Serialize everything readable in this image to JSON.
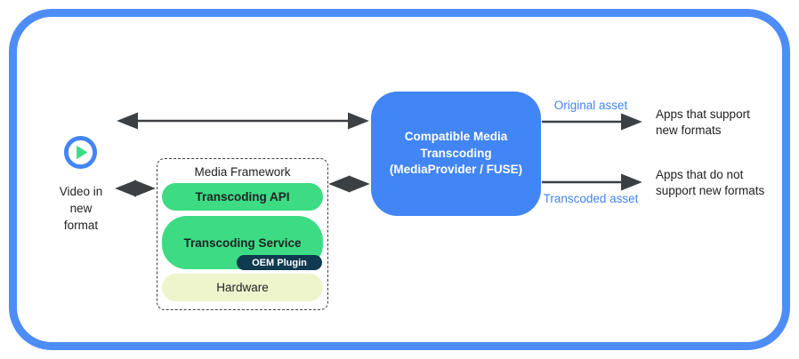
{
  "colors": {
    "accent_blue": "#4285f4",
    "frame_blue": "#4e8df6",
    "arrow_gray": "#3c4043",
    "green": "#3ddc84",
    "hardware_bg": "#eef5cd",
    "oem_navy": "#0f3a4f",
    "text_dark": "#202124"
  },
  "source": {
    "icon": "play-icon",
    "lines": [
      "Video in",
      "new",
      "format"
    ]
  },
  "media_framework": {
    "title": "Media Framework",
    "layers": [
      {
        "label": "Transcoding API"
      },
      {
        "label": "Transcoding Service",
        "plugin": "OEM Plugin"
      },
      {
        "label": "Hardware"
      }
    ]
  },
  "transcoder": {
    "lines": [
      "Compatible Media",
      "Transcoding",
      "(MediaProvider / FUSE)"
    ]
  },
  "outputs": {
    "original": {
      "arrow_label": "Original asset",
      "target_lines": [
        "Apps that support",
        "new formats"
      ]
    },
    "transcoded": {
      "arrow_label": "Transcoded asset",
      "target_lines": [
        "Apps that do not",
        "support new formats"
      ]
    }
  }
}
